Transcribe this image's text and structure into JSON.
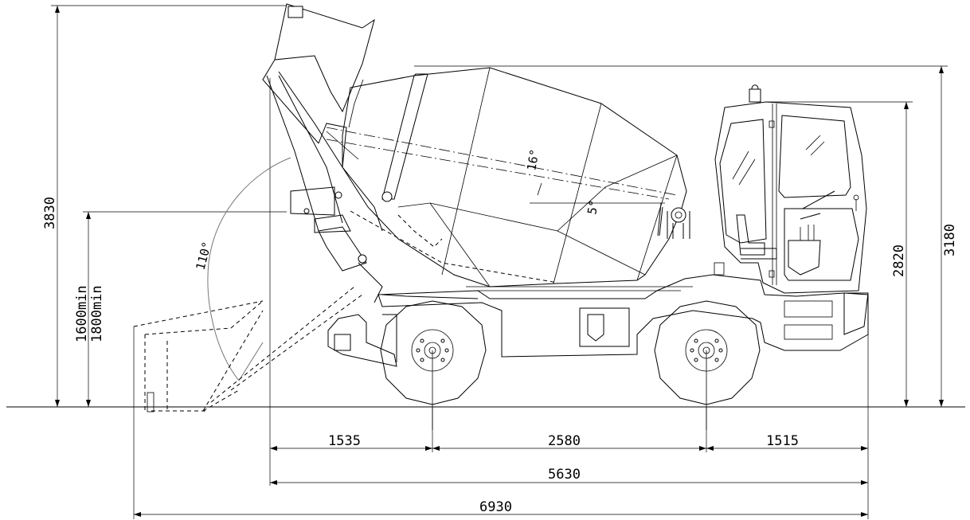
{
  "dimensions": {
    "overall_height": "3830",
    "cab_height": "3180",
    "drum_height": "2820",
    "chute_min_1": "1600min",
    "chute_min_2": "1800min",
    "front_overhang": "1535",
    "wheelbase": "2580",
    "rear_overhang": "1515",
    "body_length": "5630",
    "overall_length": "6930"
  },
  "angles": {
    "chute_swing": "110°",
    "drum_tilt": "16°",
    "drum_incline": "5°"
  },
  "colors": {
    "line": "#000000",
    "arc": "#777777",
    "background": "#ffffff"
  }
}
